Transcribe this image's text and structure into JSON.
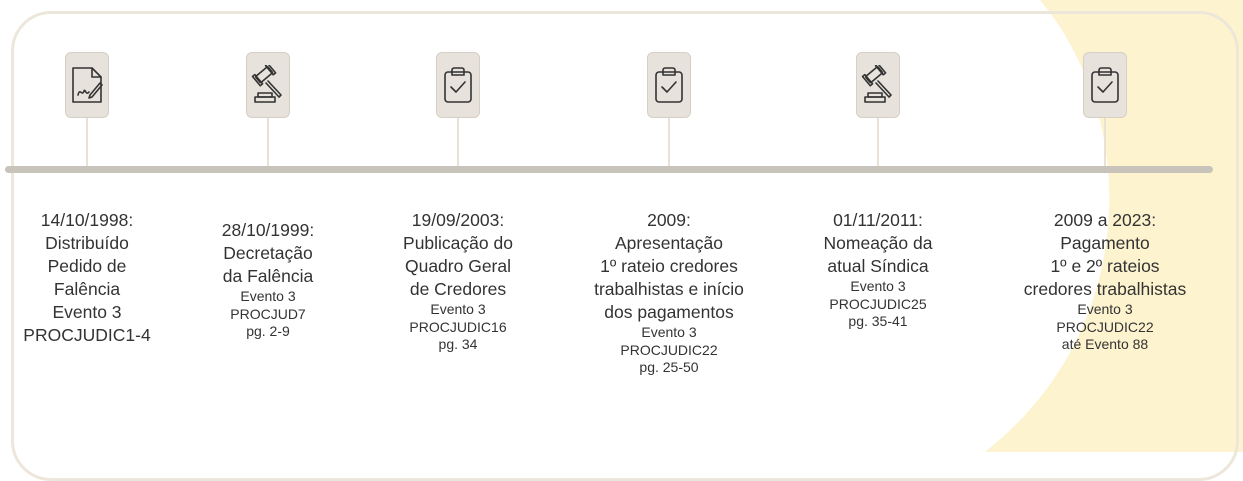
{
  "colors": {
    "accent": "#fdf3cf",
    "axis": "#c8c3bb",
    "frame": "#ede6da",
    "icon_bg": "#e7e3dc",
    "icon_stroke": "#333333"
  },
  "events": [
    {
      "icon": "signed-document-icon",
      "main": "14/10/1998:\nDistribuído\nPedido de\nFalência",
      "ref": "Evento 3\nPROCJUDIC1-4"
    },
    {
      "icon": "gavel-icon",
      "main": "28/10/1999:\nDecretação\nda Falência",
      "ref": "Evento 3\nPROCJUD7\npg. 2-9"
    },
    {
      "icon": "clipboard-check-icon",
      "main": "19/09/2003:\nPublicação do\nQuadro Geral\nde Credores",
      "ref": "Evento 3\nPROCJUDIC16\npg. 34"
    },
    {
      "icon": "clipboard-check-icon",
      "main": "2009:\nApresentação\n1º rateio credores\ntrabalhistas e início\ndos pagamentos",
      "ref": "Evento 3\nPROCJUDIC22\npg. 25-50"
    },
    {
      "icon": "gavel-icon",
      "main": "01/11/2011:\nNomeação da\natual Síndica",
      "ref": "Evento 3\nPROCJUDIC25\npg. 35-41"
    },
    {
      "icon": "clipboard-check-icon",
      "main": "2009 a 2023:\nPagamento\n1º e 2º rateios\ncredores trabalhistas",
      "ref": "Evento 3\nPROCJUDIC22\naté Evento 88"
    }
  ]
}
